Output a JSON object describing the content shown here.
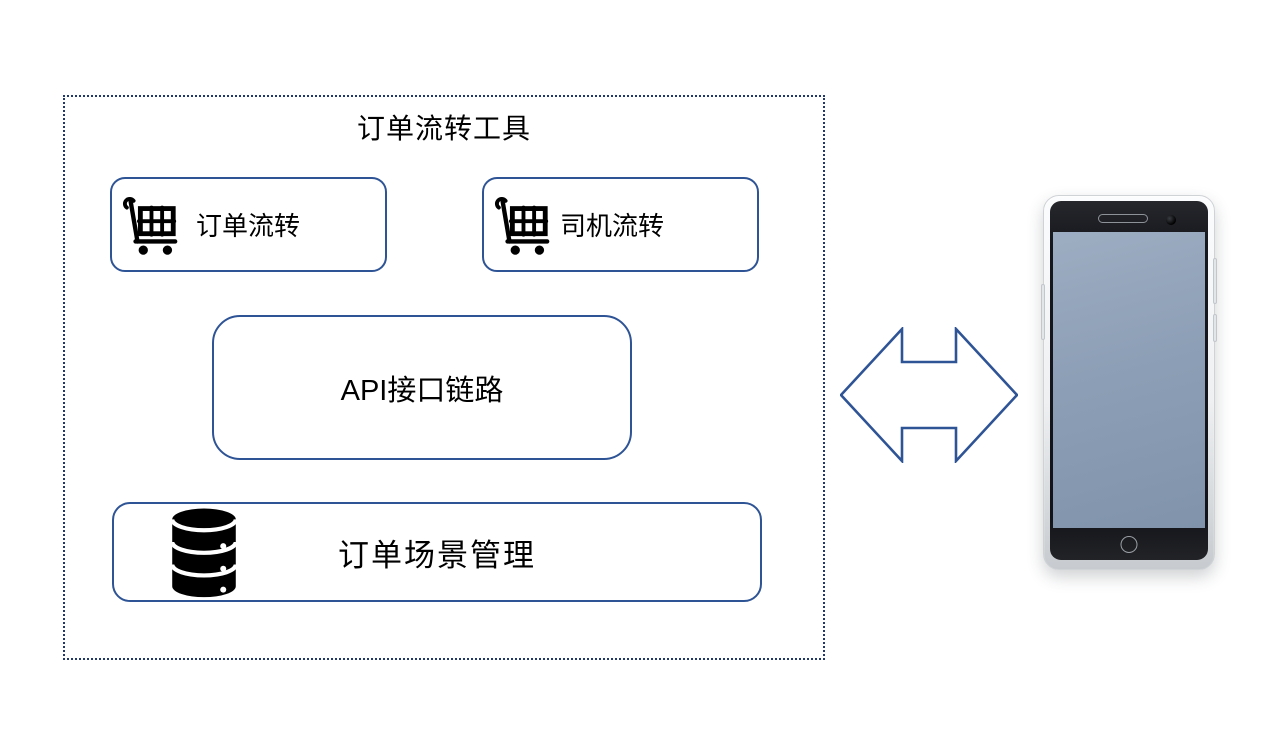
{
  "diagram": {
    "container": {
      "title": "订单流转工具",
      "border_style": "dotted",
      "border_color": "#22386b"
    },
    "nodes": {
      "order_flow": {
        "label": "订单流转",
        "icon": "shopping-cart-icon"
      },
      "driver_flow": {
        "label": "司机流转",
        "icon": "shopping-cart-icon"
      },
      "api_link": {
        "label": "API接口链路",
        "icon": null
      },
      "order_scene": {
        "label": "订单场景管理",
        "icon": "database-icon"
      }
    },
    "connector": {
      "type": "double-headed-horizontal-arrow",
      "fill": "#ffffff",
      "stroke": "#2e5496"
    },
    "device": {
      "type": "smartphone-illustration",
      "body_color": "#eef0f2",
      "bezel_color": "#17181d",
      "screen_color": "#8d9fb6"
    },
    "colors": {
      "node_border": "#2e5496",
      "text": "#000000",
      "icon": "#000000",
      "background": "#ffffff"
    }
  }
}
